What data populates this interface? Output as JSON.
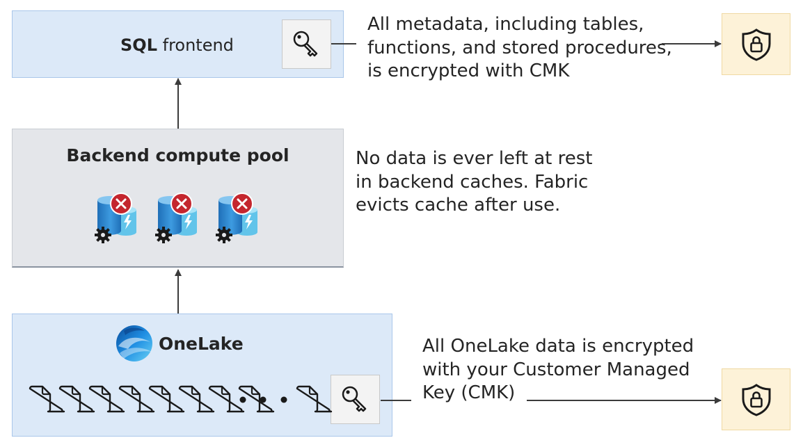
{
  "sql_frontend": {
    "title_bold": "SQL",
    "title_rest": " frontend"
  },
  "sql_note": {
    "lines": [
      "All metadata, including tables,",
      "functions, and stored procedures,",
      "is encrypted with CMK"
    ]
  },
  "backend": {
    "title": "Backend compute pool",
    "cache_icon_count": 3
  },
  "backend_note": {
    "lines": [
      "No data is ever left at rest",
      "in backend caches. Fabric",
      "evicts cache after use."
    ]
  },
  "onelake": {
    "title": "OneLake",
    "file_icon_count_before_ellipsis": 8,
    "file_icon_count_after_ellipsis": 1
  },
  "onelake_note": {
    "lines": [
      "All OneLake data is encrypted",
      "with your Customer Managed",
      "Key (CMK)"
    ]
  },
  "icons": {
    "key": "key-icon",
    "shield": "shield-lock-icon",
    "cache": "database-cache-icon",
    "file": "file-icon",
    "onelake": "onelake-logo-icon"
  },
  "colors": {
    "blue_box": "#dce9f8",
    "gray_box": "#e4e6ea",
    "shield_tile": "#fdf2d8",
    "error_red": "#c4262e",
    "cache_blue": "#2f8fd6"
  }
}
